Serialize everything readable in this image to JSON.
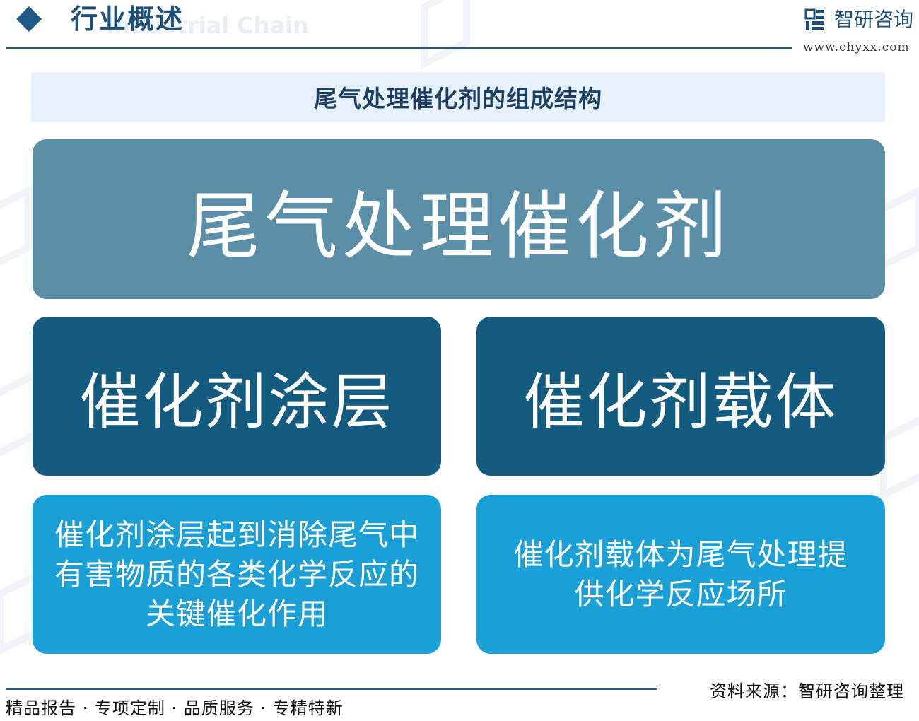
{
  "header": {
    "title": "行业概述",
    "subtitle": "Industrial Chain",
    "brand_name": "智研咨询",
    "brand_url": "www.chyxx.com"
  },
  "diagram": {
    "title": "尾气处理催化剂的组成结构",
    "root": "尾气处理催化剂",
    "components": [
      {
        "name": "催化剂涂层",
        "description": "催化剂涂层起到消除尾气中有害物质的各类化学反应的关键催化作用"
      },
      {
        "name": "催化剂载体",
        "description": "催化剂载体为尾气处理提供化学反应场所"
      }
    ]
  },
  "footer": {
    "slogan": "精品报告 · 专项定制 · 品质服务 · 专精特新",
    "source": "资料来源：智研咨询整理"
  },
  "colors": {
    "root_box": "#5b8ea7",
    "component_box": "#145b80",
    "description_box": "#1a9fd7",
    "accent": "#1c4f79",
    "title_band": "#e6f0fa"
  }
}
